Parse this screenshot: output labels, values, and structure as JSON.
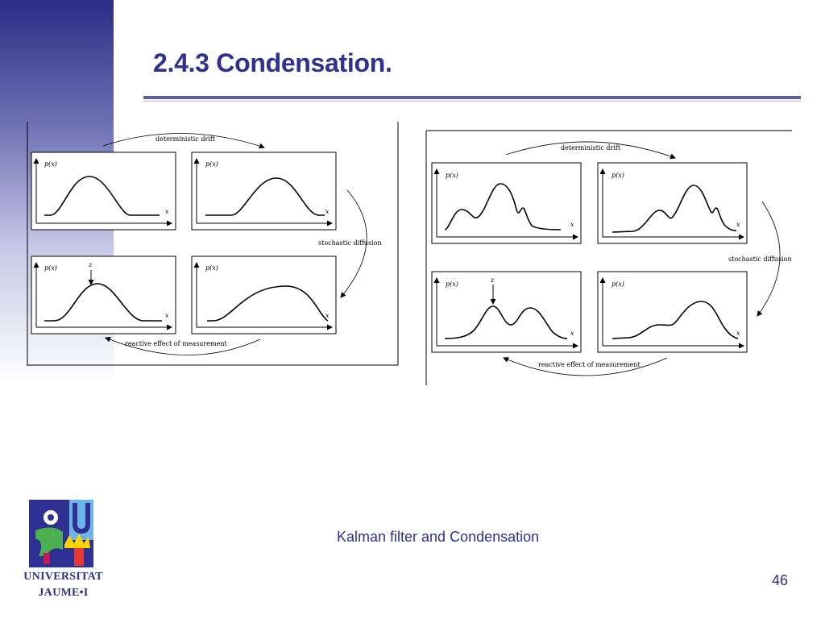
{
  "slide": {
    "title": "2.4.3 Condensation.",
    "footer_text": "Kalman filter and Condensation",
    "page_number": "46"
  },
  "logo": {
    "line1": "UNIVERSITAT",
    "line2": "JAUME•I"
  },
  "colors": {
    "title": "#2e3192",
    "sidebar_top": "#2b2d86",
    "rule": "#5b5fb0"
  },
  "diagrams": {
    "left": {
      "deterministic_drift": "deterministic drift",
      "stochastic_diffusion": "stochastic diffusion",
      "reactive_effect": "reactive effect of measurement",
      "y_label": "p(x)",
      "x_label": "x",
      "z_label": "z"
    },
    "right": {
      "deterministic_drift": "deterministic drift",
      "stochastic_diffusion": "stochastic diffusion",
      "reactive_effect": "reactive effect of measurement",
      "y_label": "p(x)",
      "x_label": "x",
      "z_label": "z"
    }
  }
}
